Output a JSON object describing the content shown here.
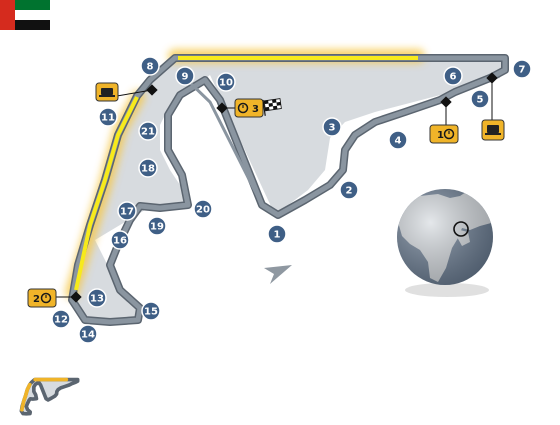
{
  "flag": {
    "name": "uae-flag",
    "colors": {
      "red": "#d52b1e",
      "green": "#00732f",
      "white": "#ffffff",
      "black": "#111111"
    }
  },
  "colors": {
    "track": "#8a95a0",
    "track_edge": "#5b6570",
    "infield": "#d7dbdf",
    "drs": "#f7ea1b",
    "drs_glow": "#f6c84a",
    "turn_badge": "#3f5f86",
    "tag": "#f0b429",
    "arrow": "#8f98a1",
    "globe_ocean": "#6d7f95",
    "globe_land": "#d6dbe0"
  },
  "turns": [
    "1",
    "2",
    "3",
    "4",
    "5",
    "6",
    "7",
    "8",
    "9",
    "10",
    "11",
    "12",
    "13",
    "14",
    "15",
    "16",
    "17",
    "18",
    "19",
    "20",
    "21"
  ],
  "sectors": [
    {
      "label": "1",
      "icon": "stopwatch-icon"
    },
    {
      "label": "2",
      "icon": "stopwatch-icon"
    },
    {
      "label": "3",
      "icon": "stopwatch-icon"
    }
  ],
  "icons": {
    "speed_trap": "speed-trap-icon",
    "finish": "checkered-flag-icon",
    "direction": "direction-arrow-icon",
    "globe": "globe-icon",
    "locator": "location-circle-icon",
    "minimap": "minimap-icon"
  }
}
